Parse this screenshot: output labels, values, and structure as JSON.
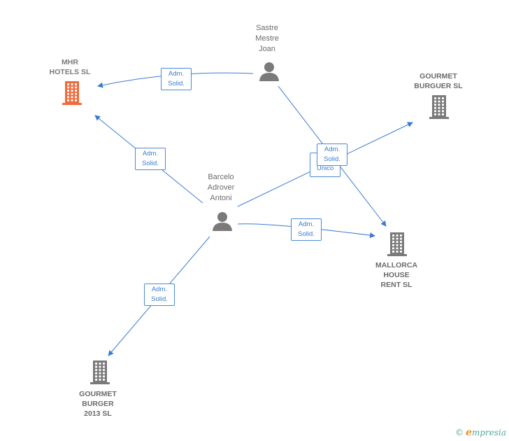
{
  "nodes": {
    "mhr": {
      "label": "MHR\nHOTELS  SL",
      "type": "company",
      "focus": true
    },
    "sastre": {
      "label": "Sastre\nMestre\nJoan",
      "type": "person"
    },
    "gourmet_burguer": {
      "label": "GOURMET\nBURGUER SL",
      "type": "company"
    },
    "barcelo": {
      "label": "Barcelo\nAdrover\nAntoni",
      "type": "person"
    },
    "mallorca": {
      "label": "MALLORCA\nHOUSE\nRENT SL",
      "type": "company"
    },
    "gourmet_burger": {
      "label": "GOURMET\nBURGER\n2013  SL",
      "type": "company"
    }
  },
  "relations": [
    {
      "from": "sastre",
      "to": "mhr",
      "label": "Adm.\nSolid."
    },
    {
      "from": "barcelo",
      "to": "mhr",
      "label": "Adm.\nSolid."
    },
    {
      "from": "barcelo",
      "to": "gourmet_burguer",
      "label": "Adm.\nUnico"
    },
    {
      "from": "sastre",
      "to": "mallorca",
      "label": "Adm.\nSolid."
    },
    {
      "from": "barcelo",
      "to": "mallorca",
      "label": "Adm.\nSolid."
    },
    {
      "from": "barcelo",
      "to": "gourmet_burger",
      "label": "Adm.\nSolid."
    }
  ],
  "watermark": {
    "copyright": "©",
    "brand_initial": "e",
    "brand_rest": "mpresia"
  },
  "colors": {
    "edge": "#3a7bd0",
    "company": "#7a7a7a",
    "focus_company": "#f26a3a",
    "person": "#7a7a7a"
  }
}
